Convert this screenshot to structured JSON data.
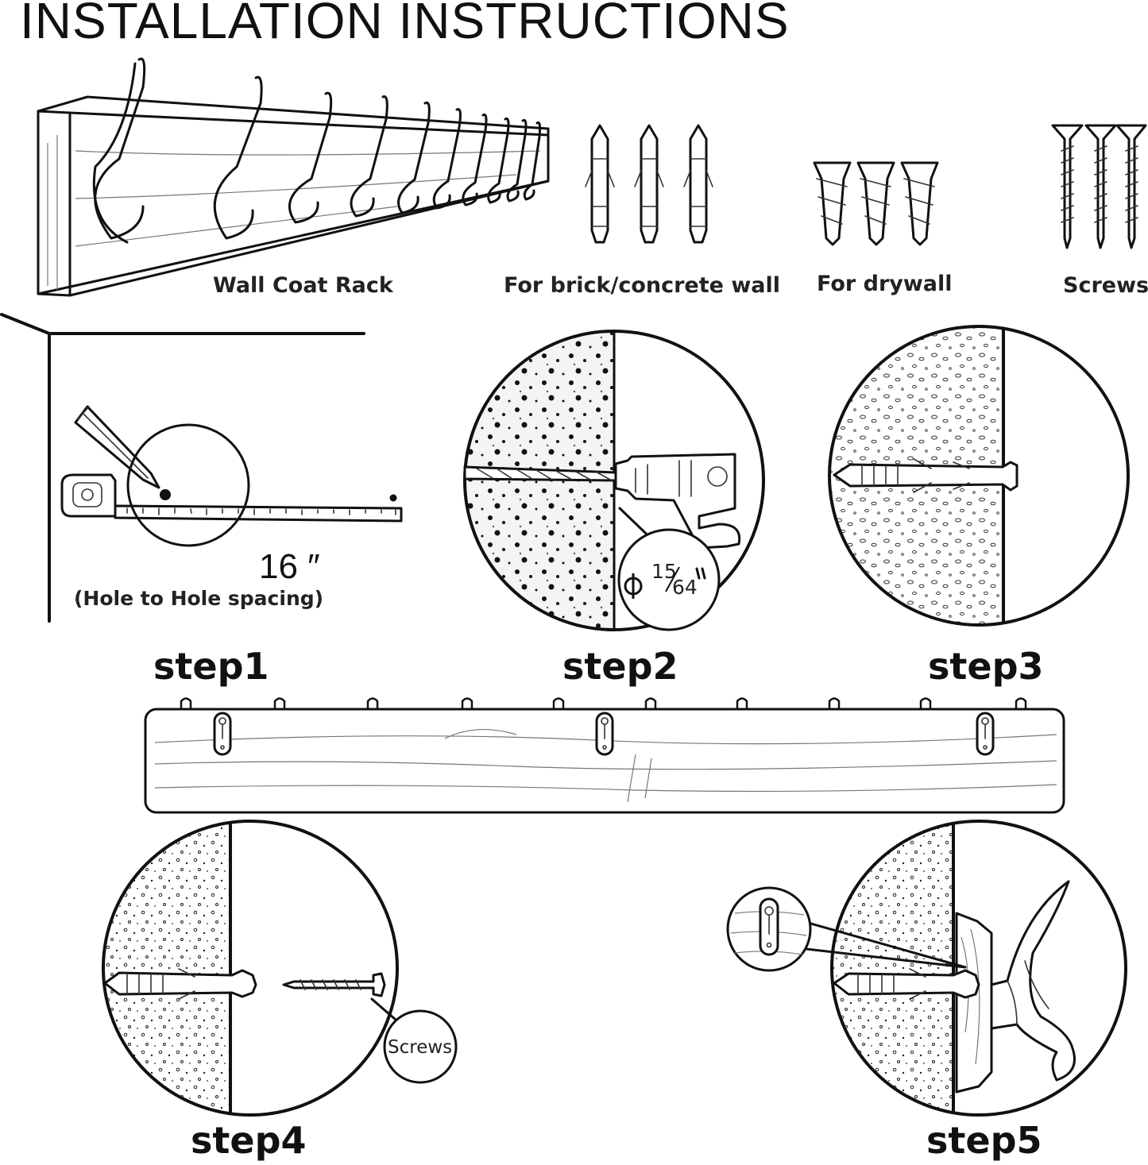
{
  "title": "INSTALLATION INSTRUCTIONS",
  "parts": {
    "rack_label": "Wall Coat Rack",
    "brick_label": "For brick/concrete wall",
    "drywall_label": "For drywall",
    "screws_label": "Screws"
  },
  "step1": {
    "measurement": "16 ″",
    "note": "(Hole to Hole spacing)",
    "label": "step1"
  },
  "step2": {
    "drill_size_num": "15",
    "drill_size_den": "64",
    "label": "step2"
  },
  "step3": {
    "label": "step3"
  },
  "step4": {
    "callout": "Screws",
    "label": "step4"
  },
  "step5": {
    "label": "step5"
  },
  "colors": {
    "ink": "#111111",
    "wood": "#777777",
    "background": "#ffffff"
  },
  "icons": [
    "pencil-icon",
    "tape-measure-icon",
    "drill-icon",
    "anchor-icon",
    "screw-icon",
    "hook-icon",
    "keyhole-bracket-icon"
  ]
}
